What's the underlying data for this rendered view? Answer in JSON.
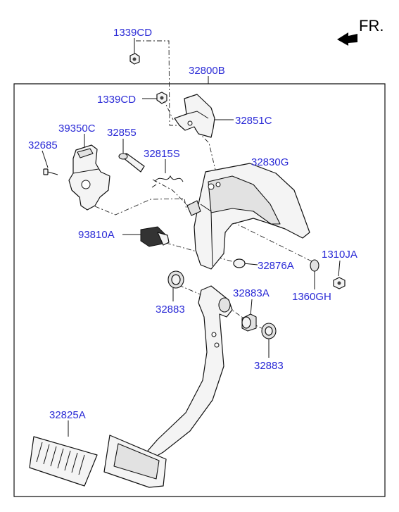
{
  "orientation": {
    "label": "FR."
  },
  "labels": {
    "nut_top": "1339CD",
    "assembly": "32800B",
    "nut_upper": "1339CD",
    "bracket_plate": "32851C",
    "switch": "39350C",
    "pin": "32855",
    "spring": "32815S",
    "screw": "32685",
    "member": "32830G",
    "stop_lamp_switch": "93810A",
    "stopper": "32876A",
    "washer": "1360GH",
    "nut_lower": "1310JA",
    "bushing_left": "32883",
    "sleeve": "32883A",
    "bushing_right": "32883",
    "pedal_pad": "32825A"
  },
  "colors": {
    "label": "#2a2ad6",
    "line": "#111111",
    "part_fill": "#f4f4f4"
  }
}
